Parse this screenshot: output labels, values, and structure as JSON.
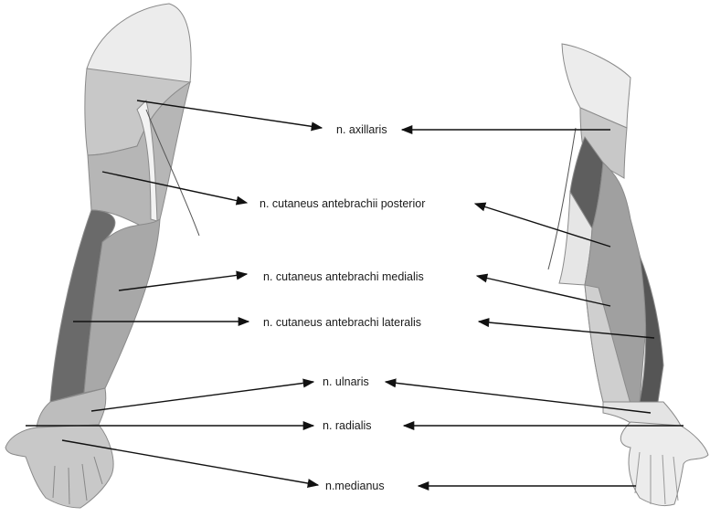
{
  "labels": {
    "axillaris": "n. axillaris",
    "cut_ant_post": "n. cutaneus antebrachii posterior",
    "cut_ant_med": "n. cutaneus antebrachi medialis",
    "cut_ant_lat": "n. cutaneus antebrachi lateralis",
    "ulnaris": "n. ulnaris",
    "radialis": "n. radialis",
    "medianus": "n.medianus"
  },
  "colors": {
    "light": "#ececec",
    "light_mid": "#c8c8c8",
    "mid": "#a8a8a8",
    "dark_mid": "#8c8c8c",
    "dark": "#6a6a6a",
    "arrow": "#111111"
  }
}
